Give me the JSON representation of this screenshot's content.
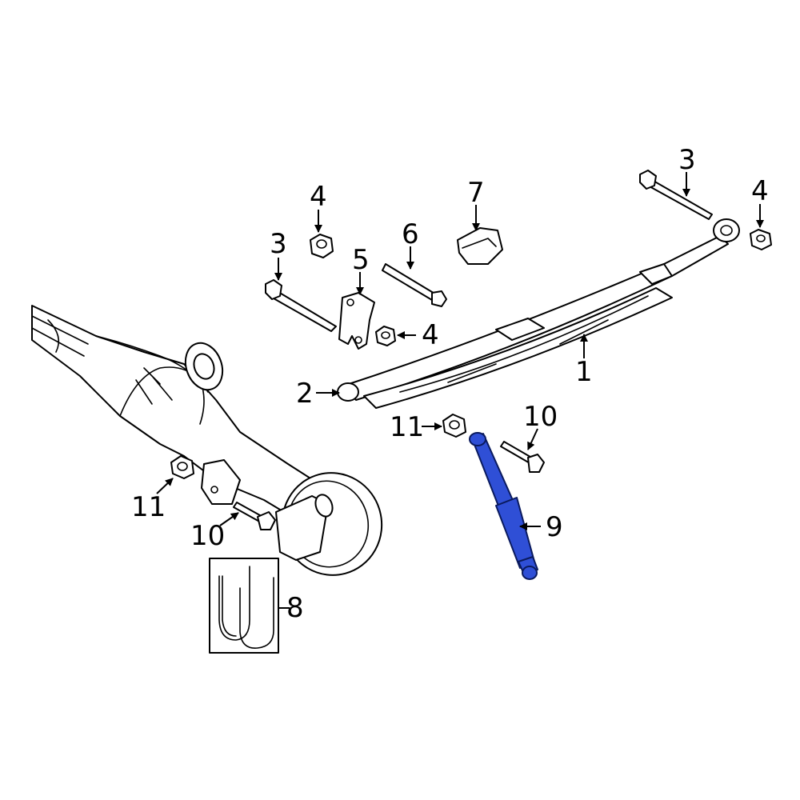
{
  "highlight_color": "#2f4fd6",
  "callouts": {
    "c1": "1",
    "c2": "2",
    "c3_left": "3",
    "c3_right": "3",
    "c4_top": "4",
    "c4_mid": "4",
    "c4_right": "4",
    "c5": "5",
    "c6": "6",
    "c7": "7",
    "c8": "8",
    "c9": "9",
    "c10_left": "10",
    "c10_right": "10",
    "c11_left": "11",
    "c11_right": "11"
  }
}
